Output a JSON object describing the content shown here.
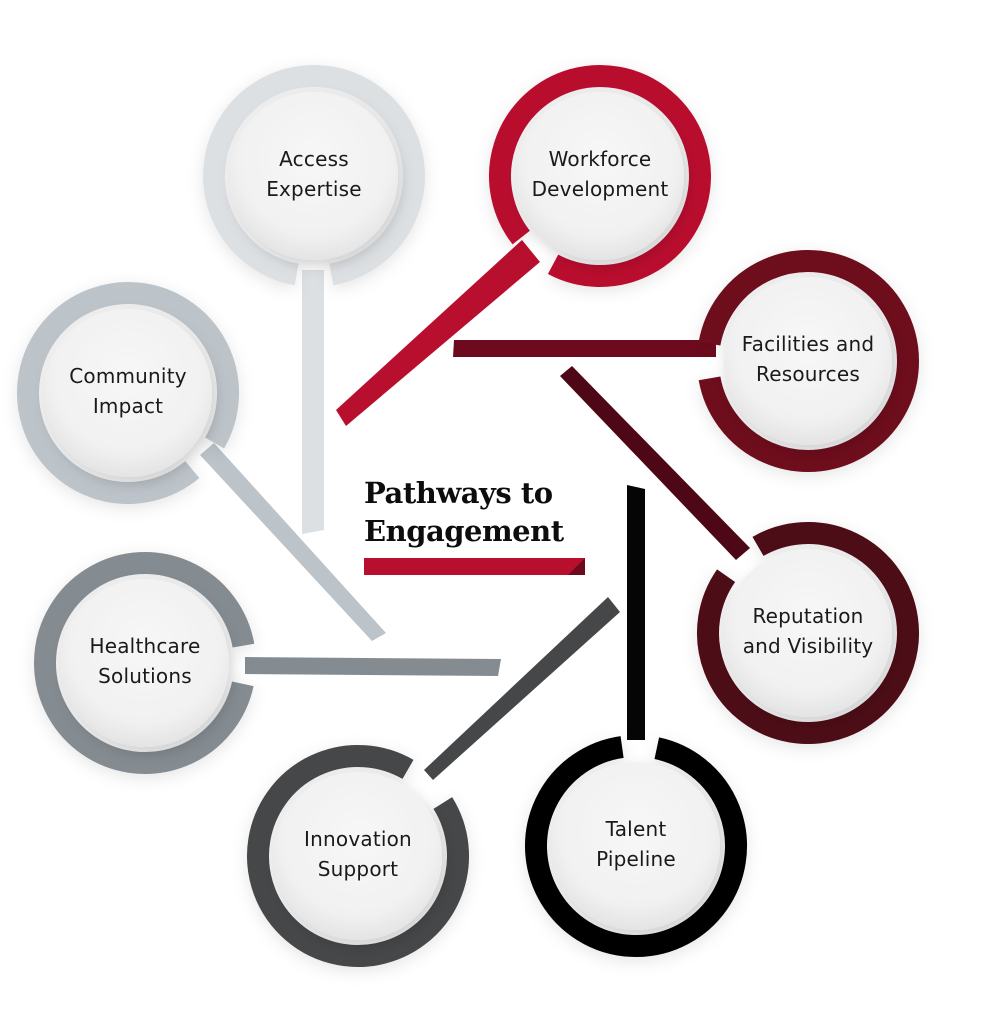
{
  "title": {
    "line1": "Pathways to",
    "line2": "Engagement",
    "accent_color": "#b90f2e",
    "accent_dark_color": "#6d0b1c"
  },
  "nodes": [
    {
      "id": "access-expertise",
      "lines": [
        "Access",
        "Expertise"
      ],
      "color": "#dde0e3"
    },
    {
      "id": "workforce-development",
      "lines": [
        "Workforce",
        "Development"
      ],
      "color": "#b90f2e"
    },
    {
      "id": "facilities-and-resources",
      "lines": [
        "Facilities and",
        "Resources"
      ],
      "color": "#6e0a1d"
    },
    {
      "id": "reputation-and-visibility",
      "lines": [
        "Reputation",
        "and Visibility"
      ],
      "color": "#4d0716"
    },
    {
      "id": "talent-pipeline",
      "lines": [
        "Talent",
        "Pipeline"
      ],
      "color": "#050505"
    },
    {
      "id": "innovation-support",
      "lines": [
        "Innovation",
        "Support"
      ],
      "color": "#454749"
    },
    {
      "id": "healthcare-solutions",
      "lines": [
        "Healthcare",
        "Solutions"
      ],
      "color": "#858c91"
    },
    {
      "id": "community-impact",
      "lines": [
        "Community",
        "Impact"
      ],
      "color": "#bcc3c9"
    }
  ]
}
